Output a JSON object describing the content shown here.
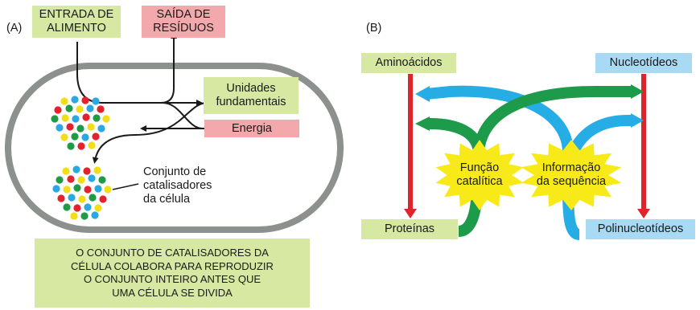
{
  "panel_a": {
    "letter": "(A)",
    "food_input": "ENTRADA DE\nALIMENTO",
    "waste_output": "SAÍDA DE\nRESÍDUOS",
    "building_blocks": "Unidades\nfundamentais",
    "energy": "Energia",
    "catalyst_set": "Conjunto de\ncatalisadores\nda célula",
    "note": "O CONJUNTO DE CATALISADORES DA\nCÉLULA COLABORA PARA REPRODUZIR\nO CONJUNTO INTEIRO ANTES QUE\nUMA CÉLULA SE DIVIDA"
  },
  "panel_b": {
    "letter": "(B)",
    "amino_acids": "Aminoácidos",
    "nucleotides": "Nucleotídeos",
    "proteins": "Proteínas",
    "polynucleotides": "Polinucleotídeos",
    "catalytic_function": "Função\ncatalítica",
    "sequence_information": "Informação\nda sequência"
  },
  "colors": {
    "green_box": "#d7e8a2",
    "pink_box": "#f3a9ab",
    "blue_box": "#a8daf3",
    "cell_wall": "#8c918d",
    "red_arrow": "#e0242d",
    "green_path": "#1d9a4a",
    "blue_path": "#27ade6",
    "burst": "#f7ea18",
    "dot_yellow": "#f2dd16",
    "dot_blue": "#2ba7e2",
    "dot_red": "#e2222c",
    "dot_green": "#1f9b46"
  }
}
